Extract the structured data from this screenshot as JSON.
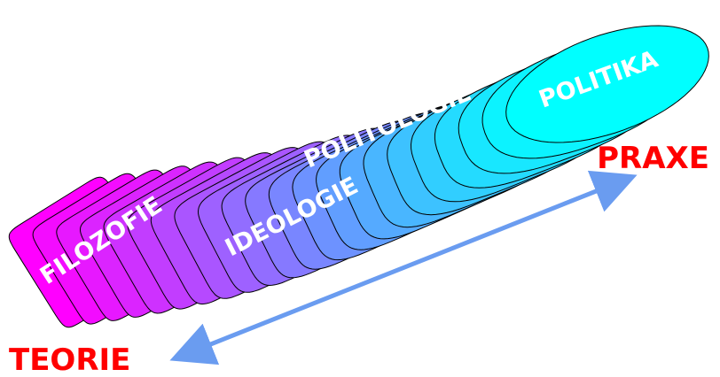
{
  "stage_labels": [
    "FILOZOFIE",
    "IDEOLOGIE",
    "POLITOLOGIE",
    "POLITIKA"
  ],
  "axis": {
    "theory_label": "TEORIE",
    "practice_label": "PRAXE"
  },
  "colors": {
    "start": "#ff00ff",
    "end": "#00ffff",
    "outline": "#000000",
    "arrow": "#6a9cf0",
    "axis_text": "#ff0000",
    "label_text": "#ffffff"
  }
}
